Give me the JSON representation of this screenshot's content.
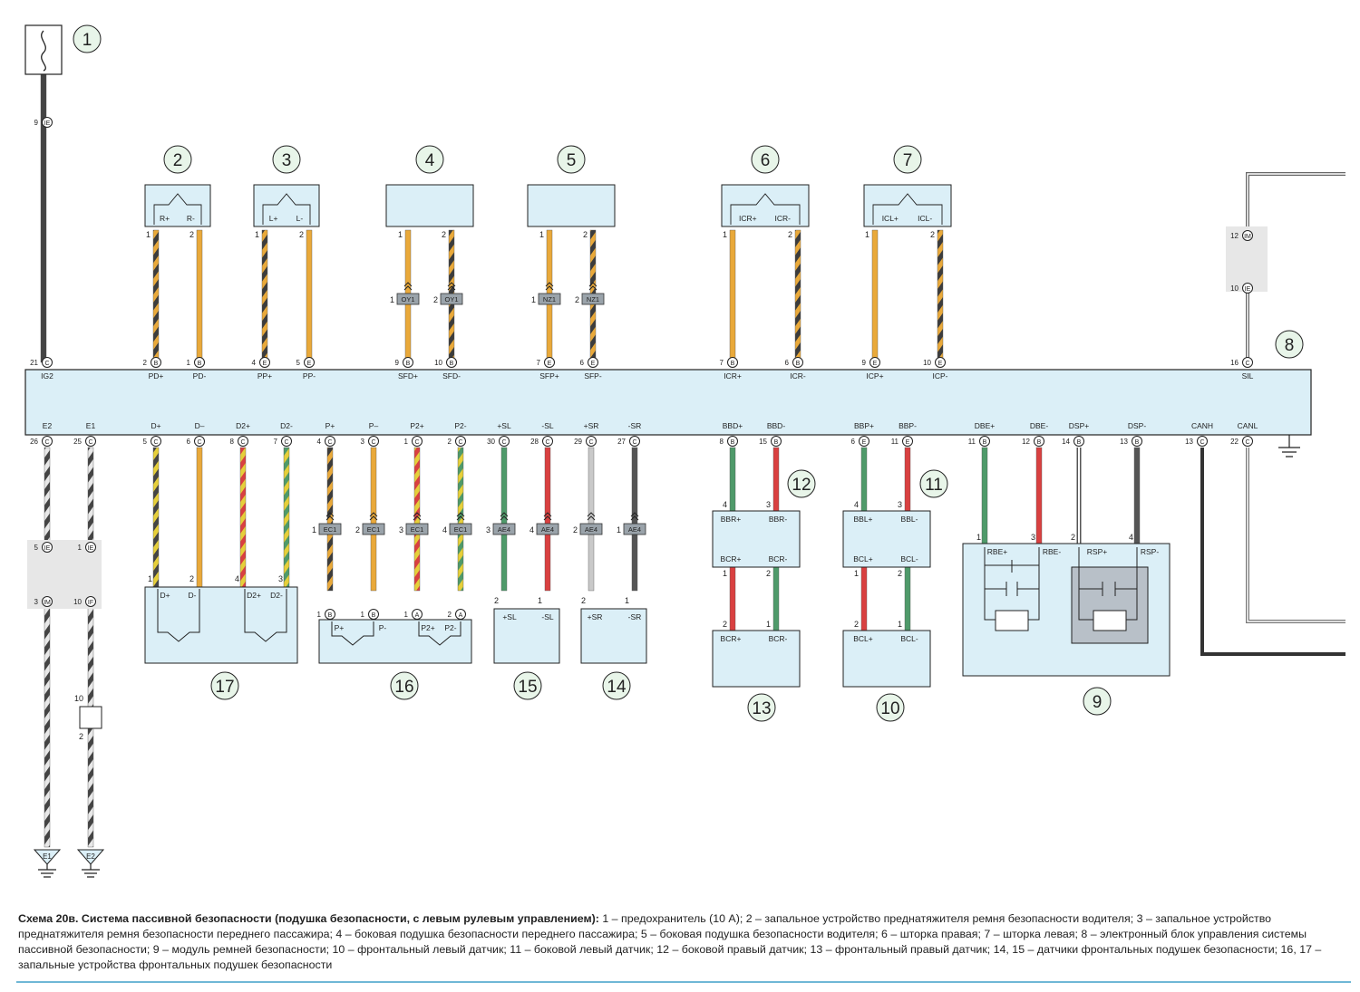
{
  "colors": {
    "ecu_fill": "#dbeff7",
    "box_fill": "#dbeff7",
    "callout_fill": "#e8f5e9",
    "wire_orange": "#e9a93a",
    "wire_black": "#444444",
    "wire_red": "#d94040",
    "wire_green": "#4f9a6a",
    "wire_yellow": "#e6cf3a",
    "wire_white": "#c9c9c9",
    "rule": "#6fb7d6"
  },
  "callouts": [
    "1",
    "2",
    "3",
    "4",
    "5",
    "6",
    "7",
    "8",
    "9",
    "10",
    "11",
    "12",
    "13",
    "14",
    "15",
    "16",
    "17"
  ],
  "ecu": {
    "top_pins": [
      {
        "n": "21",
        "c": "C",
        "label": "IG2"
      },
      {
        "n": "2",
        "c": "B",
        "label": "PD+"
      },
      {
        "n": "1",
        "c": "B",
        "label": "PD-"
      },
      {
        "n": "4",
        "c": "E",
        "label": "PP+"
      },
      {
        "n": "5",
        "c": "E",
        "label": "PP-"
      },
      {
        "n": "9",
        "c": "B",
        "label": "SFD+"
      },
      {
        "n": "10",
        "c": "B",
        "label": "SFD-"
      },
      {
        "n": "7",
        "c": "E",
        "label": "SFP+"
      },
      {
        "n": "6",
        "c": "E",
        "label": "SFP-"
      },
      {
        "n": "7",
        "c": "B",
        "label": "ICR+"
      },
      {
        "n": "6",
        "c": "B",
        "label": "ICR-"
      },
      {
        "n": "9",
        "c": "E",
        "label": "ICP+"
      },
      {
        "n": "10",
        "c": "E",
        "label": "ICP-"
      },
      {
        "n": "16",
        "c": "C",
        "label": "SIL"
      }
    ],
    "bottom_pins": [
      {
        "n": "26",
        "c": "C",
        "label": "E2"
      },
      {
        "n": "25",
        "c": "C",
        "label": "E1"
      },
      {
        "n": "5",
        "c": "C",
        "label": "D+"
      },
      {
        "n": "6",
        "c": "C",
        "label": "D–"
      },
      {
        "n": "8",
        "c": "C",
        "label": "D2+"
      },
      {
        "n": "7",
        "c": "C",
        "label": "D2-"
      },
      {
        "n": "4",
        "c": "C",
        "label": "P+"
      },
      {
        "n": "3",
        "c": "C",
        "label": "P–"
      },
      {
        "n": "1",
        "c": "C",
        "label": "P2+"
      },
      {
        "n": "2",
        "c": "C",
        "label": "P2-"
      },
      {
        "n": "30",
        "c": "C",
        "label": "+SL"
      },
      {
        "n": "28",
        "c": "C",
        "label": "-SL"
      },
      {
        "n": "29",
        "c": "C",
        "label": "+SR"
      },
      {
        "n": "27",
        "c": "C",
        "label": "-SR"
      },
      {
        "n": "8",
        "c": "B",
        "label": "BBD+"
      },
      {
        "n": "15",
        "c": "B",
        "label": "BBD-"
      },
      {
        "n": "6",
        "c": "E",
        "label": "BBP+"
      },
      {
        "n": "11",
        "c": "E",
        "label": "BBP-"
      },
      {
        "n": "11",
        "c": "B",
        "label": "DBE+"
      },
      {
        "n": "12",
        "c": "B",
        "label": "DBE-"
      },
      {
        "n": "14",
        "c": "B",
        "label": "DSP+"
      },
      {
        "n": "13",
        "c": "B",
        "label": "DSP-"
      },
      {
        "n": "13",
        "c": "C",
        "label": "CANH"
      },
      {
        "n": "22",
        "c": "C",
        "label": "CANL"
      }
    ]
  },
  "connectors": {
    "fuse_top": {
      "n": "9",
      "c": "IE"
    },
    "sil_top": {
      "n": "12",
      "c": "IM"
    },
    "sil_bottom": {
      "n": "10",
      "c": "IE"
    },
    "oy1": "OY1",
    "nz1": "NZ1",
    "ec1": "EC1",
    "ae4": "AE4",
    "e2_top": {
      "n": "5",
      "c": "IE"
    },
    "e2_bottom": {
      "n": "3",
      "c": "IM"
    },
    "e1_top": {
      "n": "1",
      "c": "IE"
    },
    "e1_bottom": {
      "n": "10",
      "c": "IF"
    }
  },
  "components": {
    "c2": {
      "l": "R+",
      "r": "R-"
    },
    "c3": {
      "l": "L+",
      "r": "L-"
    },
    "c6": {
      "l": "ICR+",
      "r": "ICR-"
    },
    "c7": {
      "l": "ICL+",
      "r": "ICL-"
    },
    "c17": {
      "a": "D+",
      "b": "D-",
      "c": "D2+",
      "d": "D2-"
    },
    "c16": {
      "a": "P+",
      "b": "P-",
      "c": "P2+",
      "d": "P2-"
    },
    "c15": {
      "a": "+SL",
      "b": "-SL"
    },
    "c14": {
      "a": "+SR",
      "b": "-SR"
    },
    "c12": {
      "a": "BBR+",
      "b": "BBR-",
      "c": "BCR+",
      "d": "BCR-"
    },
    "c13": {
      "a": "BCR+",
      "b": "BCR-"
    },
    "c11": {
      "a": "BBL+",
      "b": "BBL-",
      "c": "BCL+",
      "d": "BCL-"
    },
    "c10": {
      "a": "BCL+",
      "b": "BCL-"
    },
    "c9": {
      "a": "RBE+",
      "b": "RBE-",
      "c": "RSP+",
      "d": "RSP-"
    }
  },
  "grounds": {
    "g1": "E1",
    "g2": "E2"
  },
  "caption": {
    "title": "Схема 20в. Система пассивной безопасности (подушка безопасности, с левым рулевым управлением):",
    "text": " 1 – предохранитель (10 А); 2 – запальное устройство преднатяжителя ремня безопасности водителя; 3 – запальное устройство преднатяжителя ремня безопасности переднего пассажира; 4 – боковая подушка безопасности переднего пассажира; 5 – боковая подушка безопасности водителя; 6 – шторка правая; 7 – шторка левая; 8 – электронный блок управления системы пассивной безопасности; 9 – модуль ремней безопасности; 10 – фронтальный левый датчик; 11 – боковой левый датчик; 12 – боковой правый датчик; 13 – фронтальный правый датчик; 14, 15 – датчики фронтальных подушек безопасности; 16, 17 – запальные устройства фронтальных подушек безопасности"
  }
}
